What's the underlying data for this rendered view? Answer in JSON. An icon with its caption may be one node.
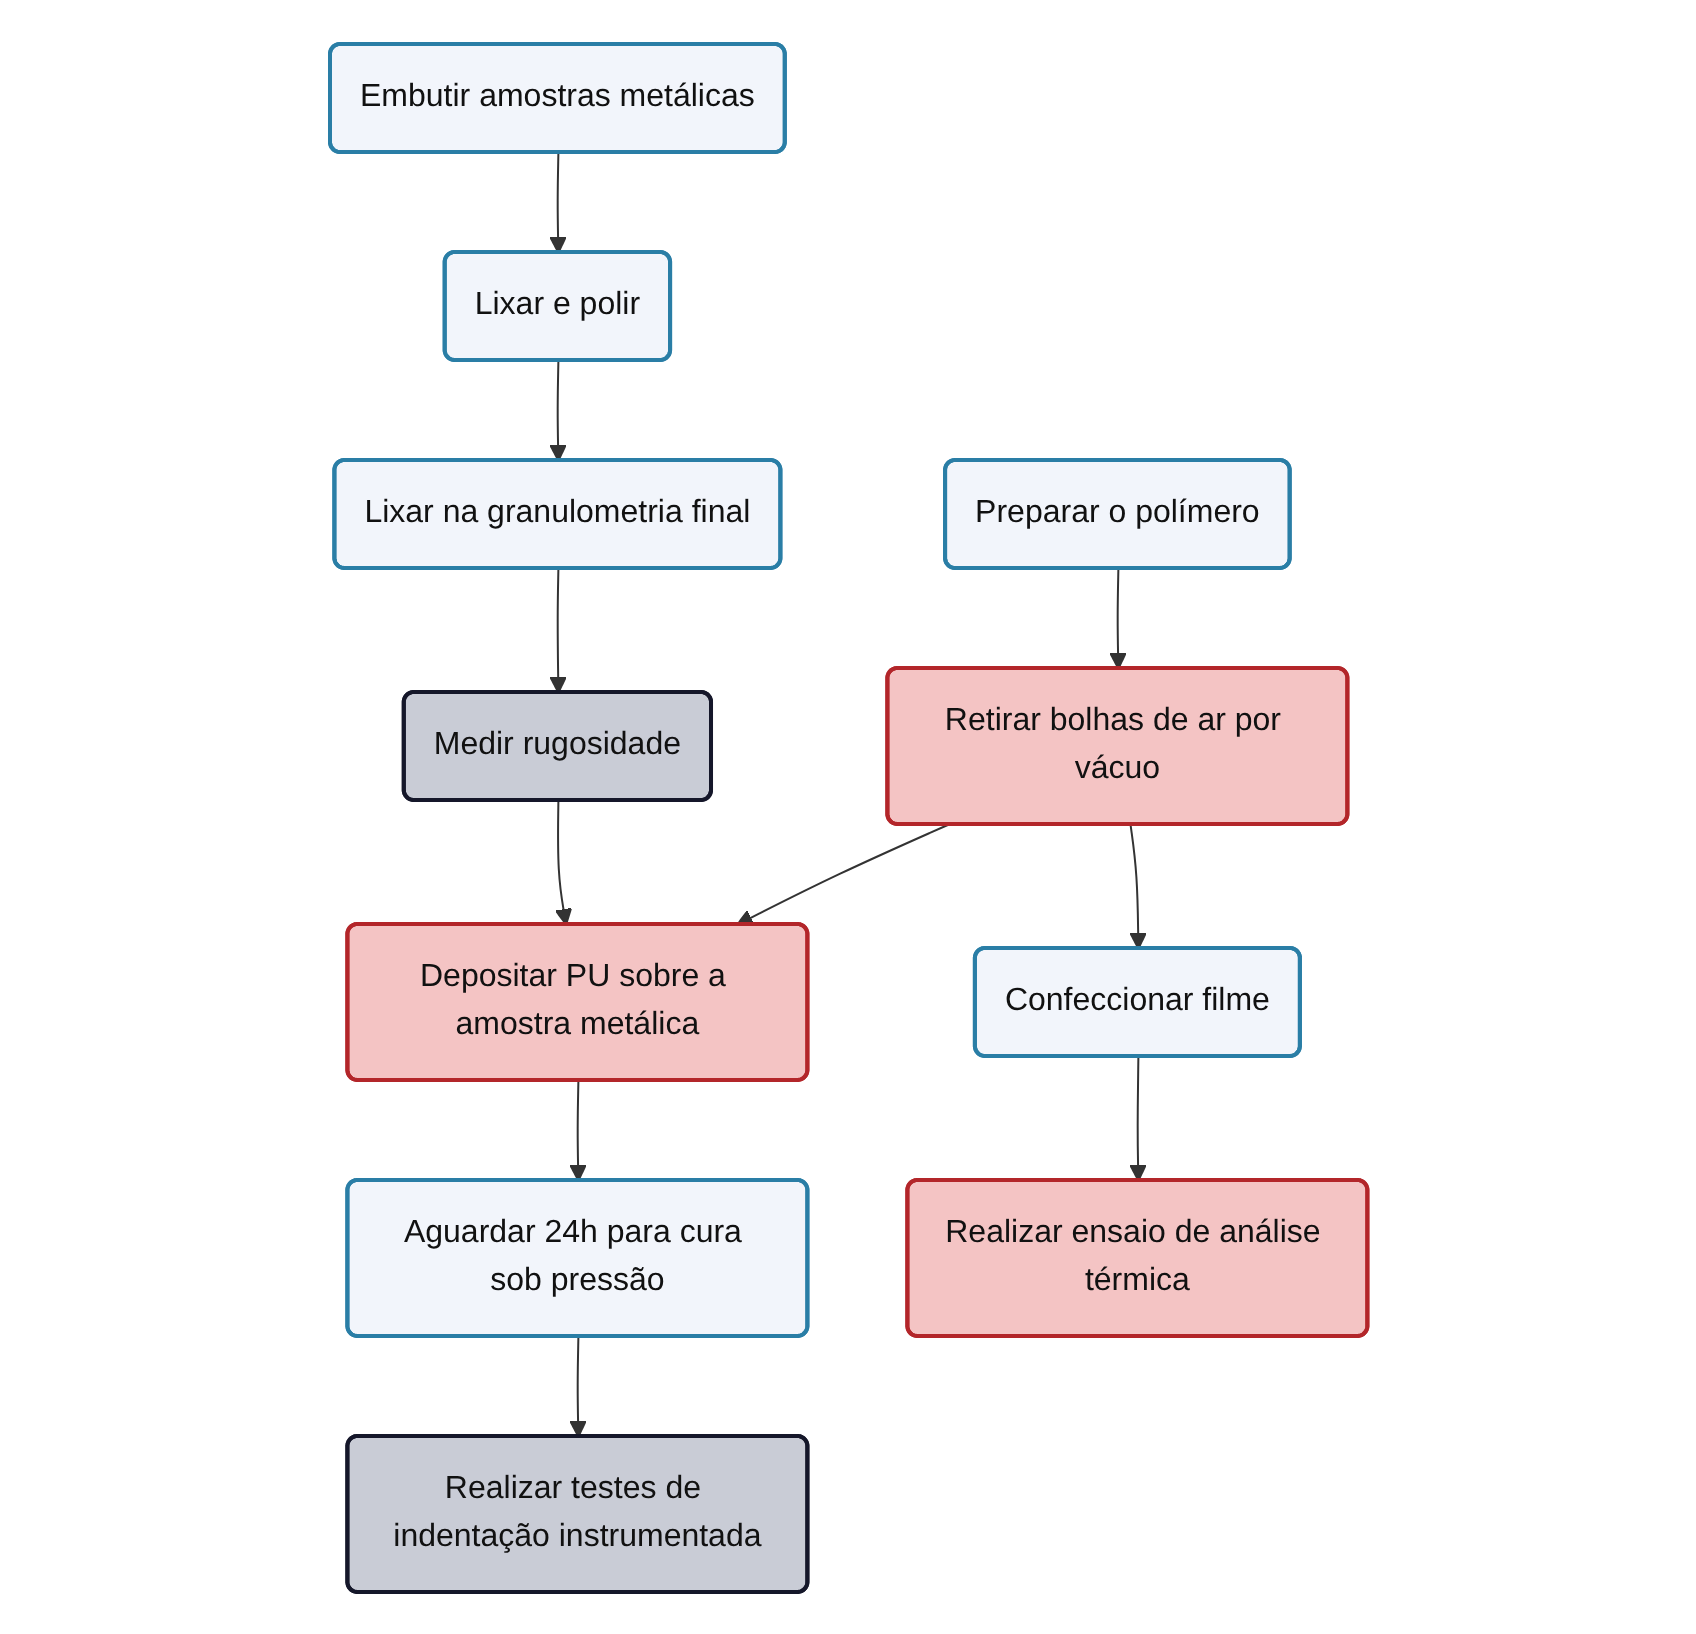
{
  "diagram": {
    "nodes": [
      {
        "text": [
          "Embutir amostras metálicas"
        ]
      },
      {
        "text": [
          "Lixar e polir"
        ]
      },
      {
        "text": [
          "Lixar na granulometria final"
        ]
      },
      {
        "text": [
          "Medir rugosidade"
        ]
      },
      {
        "text": [
          "Depositar PU sobre a amostra metálica"
        ]
      },
      {
        "text": [
          "Aguardar 24h para cura sob pressão"
        ]
      },
      {
        "text": [
          "Realizar testes de indentação instrumentada"
        ]
      },
      {
        "text": [
          "Preparar o polímero"
        ]
      },
      {
        "text": [
          "Retirar bolhas de ar por vácuo"
        ]
      },
      {
        "text": [
          "Confeccionar filme"
        ]
      },
      {
        "text": [
          "Realizar ensaio de análise térmica"
        ]
      }
    ],
    "edges": [
      {
        "from": 0,
        "to": 1,
        "arrow": "to"
      },
      {
        "from": 1,
        "to": 2,
        "arrow": "to"
      },
      {
        "from": 2,
        "to": 3,
        "arrow": "to"
      },
      {
        "from": 3,
        "to": 4,
        "arrow": "to"
      },
      {
        "from": 4,
        "to": 5,
        "arrow": "to"
      },
      {
        "from": 5,
        "to": 6,
        "arrow": "to"
      },
      {
        "from": 7,
        "to": 8,
        "arrow": "to"
      },
      {
        "from": 8,
        "to": 4,
        "arrow": "to"
      },
      {
        "from": 8,
        "to": 9,
        "arrow": "to"
      },
      {
        "from": 9,
        "to": 10,
        "arrow": "to"
      }
    ]
  }
}
